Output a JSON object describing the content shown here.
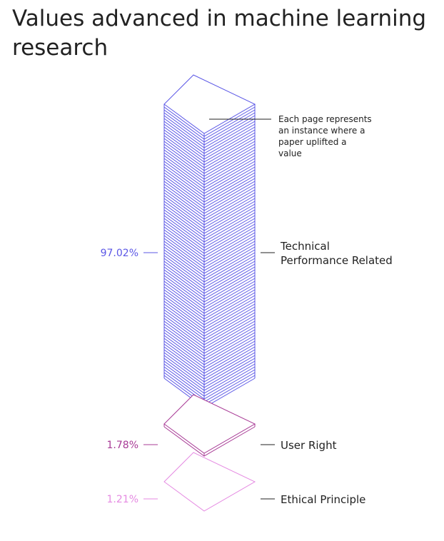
{
  "title": "Values advanced in machine learning research",
  "annotation": [
    "Each page represents",
    "an instance where a",
    "paper uplifted a",
    "value"
  ],
  "chart_data": {
    "type": "isometric-stacked-pages",
    "title": "Values advanced in machine learning research",
    "unit": "%",
    "categories": [
      "Technical Performance Related",
      "User Right",
      "Ethical Principle"
    ],
    "category_lines": [
      [
        "Technical",
        "Performance Related"
      ],
      [
        "User Right"
      ],
      [
        "Ethical Principle"
      ]
    ],
    "values": [
      97.02,
      1.78,
      1.21
    ],
    "value_labels": [
      "97.02%",
      "1.78%",
      "1.21%"
    ],
    "colors": [
      "#5b57e6",
      "#a83b96",
      "#e58ae2"
    ]
  }
}
